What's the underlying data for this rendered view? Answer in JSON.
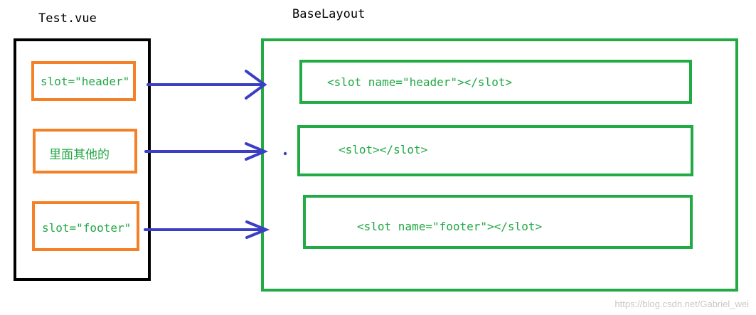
{
  "left": {
    "title": "Test.vue",
    "items": [
      {
        "text": "slot=\"header\""
      },
      {
        "text": "里面其他的"
      },
      {
        "text": "slot=\"footer\""
      }
    ]
  },
  "right": {
    "title": "BaseLayout",
    "slots": [
      {
        "text": "<slot name=\"header\"></slot>"
      },
      {
        "text": "<slot></slot>"
      },
      {
        "text": "<slot name=\"footer\"></slot>"
      }
    ]
  },
  "colors": {
    "orange": "#f58025",
    "green": "#22aa44",
    "arrow": "#3b3fc4",
    "outline": "#000000"
  },
  "watermark": "https://blog.csdn.net/Gabriel_wei"
}
